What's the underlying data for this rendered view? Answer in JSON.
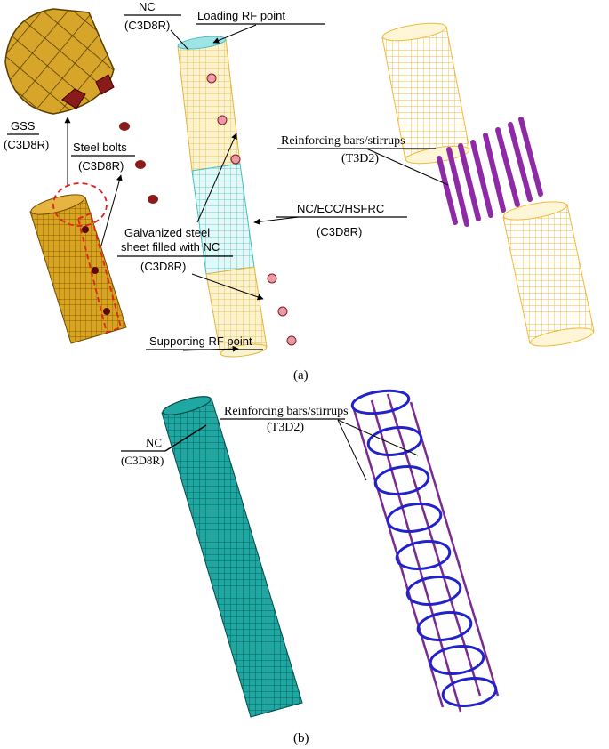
{
  "labels": {
    "nc_top": "NC",
    "nc_top_elem": "(C3D8R)",
    "loading_rf": "Loading RF point",
    "gss": "GSS",
    "gss_elem": "(C3D8R)",
    "steel_bolts": "Steel bolts",
    "steel_bolts_elem": "(C3D8R)",
    "rebar_a": "Reinforcing bars/stirrups",
    "rebar_a_elem": "(T3D2)",
    "galv_line1": "Galvanized steel",
    "galv_line2": "sheet filled with NC",
    "galv_elem": "(C3D8R)",
    "mid_material": "NC/ECC/HSFRC",
    "mid_elem": "(C3D8R)",
    "supporting_rf": "Supporting RF point",
    "caption_a": "(a)",
    "nc_b": "NC",
    "nc_b_elem": "(C3D8R)",
    "rebar_b": "Reinforcing bars/stirrups",
    "rebar_b_elem": "(T3D2)",
    "caption_b": "(b)"
  },
  "colors": {
    "gss_gold": "#d9a520",
    "concrete_yellow": "#f3d98a",
    "middle_cyan": "#7fd3d3",
    "bolt_red": "#8b1a1a",
    "rebar_purple": "#8e2aa6",
    "solid_teal": "#1ea6a0",
    "stirrup_blue": "#2222cc",
    "callout_red": "#e0241b"
  }
}
